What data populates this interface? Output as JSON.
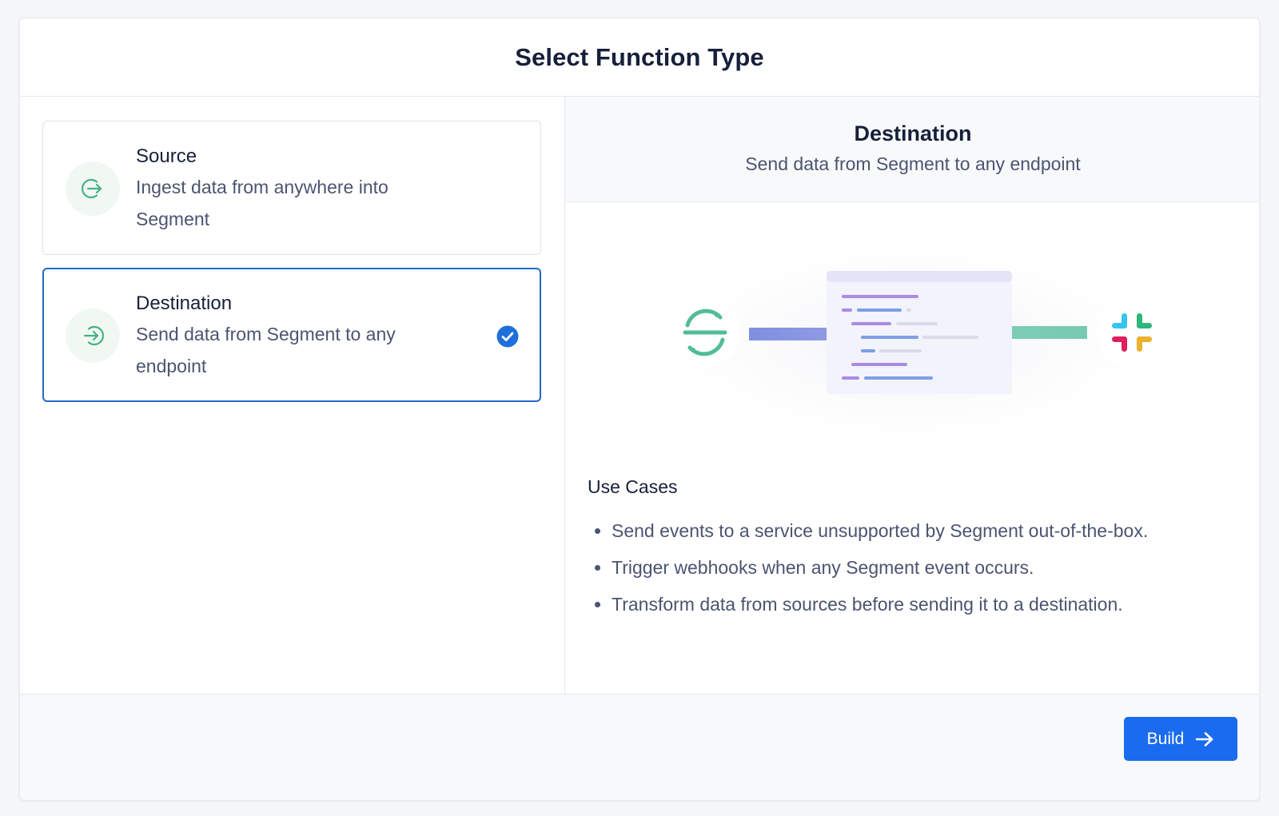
{
  "modal": {
    "title": "Select Function Type"
  },
  "options": [
    {
      "id": "source",
      "title": "Source",
      "description": "Ingest data from anywhere into Segment",
      "icon": "arrow-out-circle-icon",
      "selected": false
    },
    {
      "id": "destination",
      "title": "Destination",
      "description": "Send data from Segment to any endpoint",
      "icon": "arrow-in-circle-icon",
      "selected": true
    }
  ],
  "detail": {
    "title": "Destination",
    "subtitle": "Send data from Segment to any endpoint",
    "use_cases_title": "Use Cases",
    "use_cases": [
      "Send events to a service unsupported by Segment out-of-the-box.",
      "Trigger webhooks when any Segment event occurs.",
      "Transform data from sources before sending it to a destination."
    ]
  },
  "footer": {
    "build_label": "Build"
  },
  "colors": {
    "accent": "#1a6bf0",
    "selected_border": "#2467c8",
    "segment_green": "#52bd94",
    "check_blue": "#1e6fd9"
  }
}
